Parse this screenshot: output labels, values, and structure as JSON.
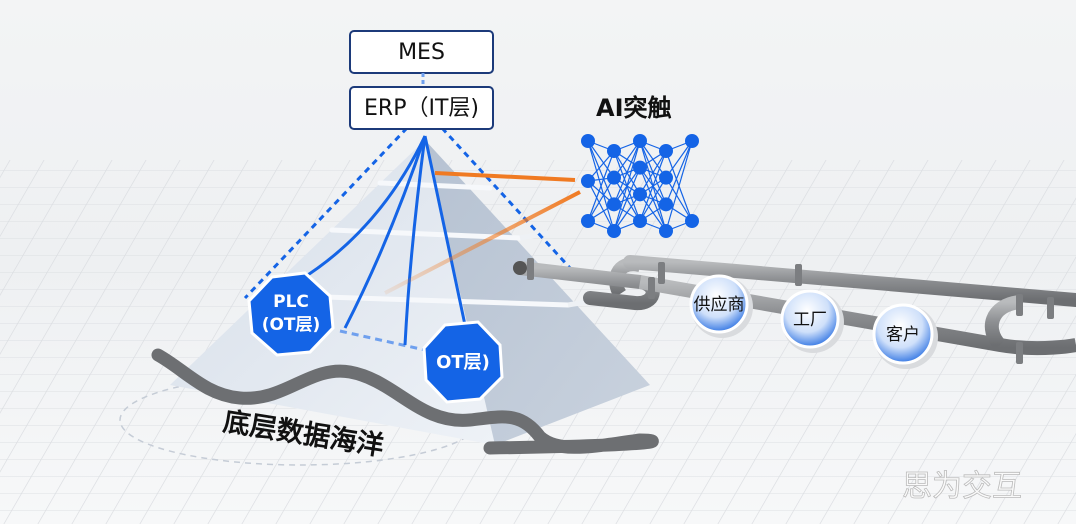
{
  "diagram": {
    "top_boxes": [
      {
        "id": "mes",
        "label": "MES"
      },
      {
        "id": "erp",
        "label": "ERP（IT层)"
      }
    ],
    "pyramid": {
      "tiers": 5,
      "octagons": [
        {
          "id": "plc",
          "lines": [
            "PLC",
            "(OT层)"
          ]
        },
        {
          "id": "ot",
          "lines": [
            "OT层)"
          ]
        }
      ]
    },
    "ai": {
      "title": "AI突触",
      "network_layers": [
        3,
        4,
        4,
        4,
        2
      ]
    },
    "pipeline": {
      "nodes": [
        "供应商",
        "工厂",
        "客户"
      ]
    },
    "base_label": "底层数据海洋",
    "watermark": "思为交互",
    "colors": {
      "primary_blue": "#1464e6",
      "accent_orange": "#f07a22",
      "pipe_gray": "#8c8e91",
      "wave_gray": "#6d6f72",
      "background": "#f1f3f5"
    }
  }
}
